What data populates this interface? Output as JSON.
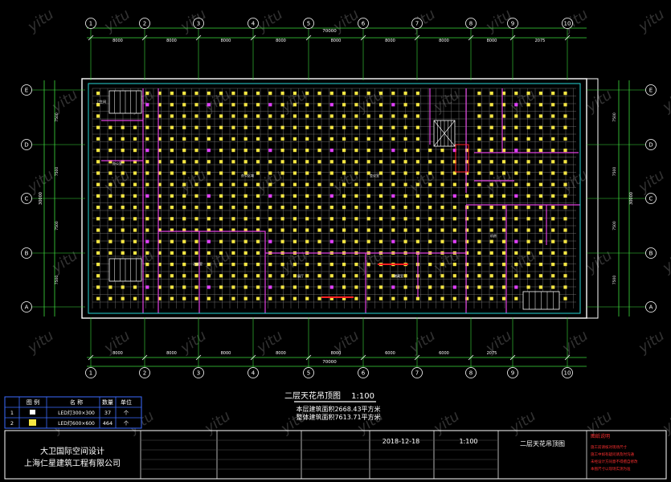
{
  "drawing": {
    "title": "二层天花吊顶图",
    "scale": "1:100",
    "area_floor": "本层建筑面积2668.43平方米",
    "area_total": "整体建筑面积7613.71平方米",
    "total_dimension": "70000",
    "top_segments": [
      "8000",
      "8000",
      "8000",
      "8000",
      "8000",
      "8000",
      "8000",
      "8000",
      "2075"
    ],
    "bottom_segments": [
      "8000",
      "8000",
      "8000",
      "8000",
      "8000",
      "6000",
      "6000",
      "2075"
    ],
    "column_axes": [
      "1",
      "2",
      "3",
      "4",
      "5",
      "6",
      "7",
      "8",
      "9",
      "10"
    ],
    "row_axes": [
      "E",
      "D",
      "C",
      "B",
      "A"
    ],
    "left_side_dims": [
      "7500",
      "7500",
      "7500",
      "7500"
    ],
    "side_total": "30000",
    "room_labels": [
      "卫生间",
      "办公室",
      "办公区域",
      "会议室",
      "洽谈室",
      "展厅",
      "储藏室",
      "机房"
    ]
  },
  "legend": {
    "headers": [
      "图 例",
      "名 称",
      "数量",
      "单位"
    ],
    "rows": [
      {
        "index": "1",
        "name": "LED灯300×300",
        "qty": "37",
        "unit": "个"
      },
      {
        "index": "2",
        "name": "LED灯600×600",
        "qty": "464",
        "unit": "个"
      }
    ]
  },
  "title_block": {
    "company1": "大卫国际空间设计",
    "company2": "上海仁星建筑工程有限公司",
    "date": "2018-12-18",
    "scale": "1:100",
    "sheet_name": "二层天花吊顶图",
    "notes_title": "图纸说明",
    "notes": [
      "施工前请核对现场尺寸",
      "施工中如有疑问请及时沟通",
      "未经设计方同意不得擅自修改",
      "本图尺寸以现场实测为准"
    ]
  },
  "watermark": "yitu",
  "colors": {
    "background": "#000000",
    "grid": "#8a8a8a",
    "light": "#f5e642",
    "special_light": "#e040fb",
    "wall": "#ffffff",
    "room_border": "#e040e0",
    "dimension": "#3ddc3d",
    "cyan": "#29d6d6",
    "red": "#ff2020",
    "legend_border": "#3b6cff"
  }
}
